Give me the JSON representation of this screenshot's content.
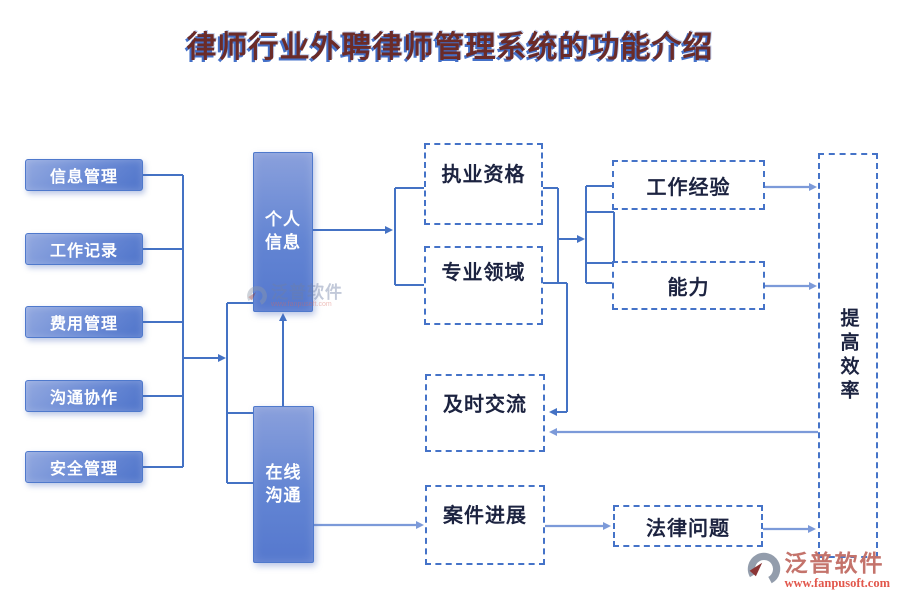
{
  "title": "律师行业外聘律师管理系统的功能介绍",
  "menu": {
    "items": [
      {
        "label": "信息管理"
      },
      {
        "label": "工作记录"
      },
      {
        "label": "费用管理"
      },
      {
        "label": "沟通协作"
      },
      {
        "label": "安全管理"
      }
    ]
  },
  "hubs": {
    "personal_info": {
      "label": "个人信息"
    },
    "online_communication": {
      "label": "在线沟通"
    }
  },
  "nodes": {
    "practice_qualification": {
      "label": "执业资格"
    },
    "professional_field": {
      "label": "专业领域"
    },
    "work_experience": {
      "label": "工作经验"
    },
    "ability": {
      "label": "能力"
    },
    "timely_communication": {
      "label": "及时交流"
    },
    "case_progress": {
      "label": "案件进展"
    },
    "legal_issues": {
      "label": "法律问题"
    },
    "improve_efficiency": {
      "label": "提高效率"
    }
  },
  "watermark": {
    "text": "泛普软件"
  },
  "logo": {
    "name": "泛普软件",
    "url": "www.fanpusoft.com"
  },
  "colors": {
    "accent": "#4472C4",
    "accent_light": "#7C9AD9",
    "box_fill": "#5578CE",
    "title_color": "#6B2B28",
    "title_shadow": "#4470C8",
    "logo_red": "#E2574C",
    "logo_name_color": "#C4736B"
  }
}
